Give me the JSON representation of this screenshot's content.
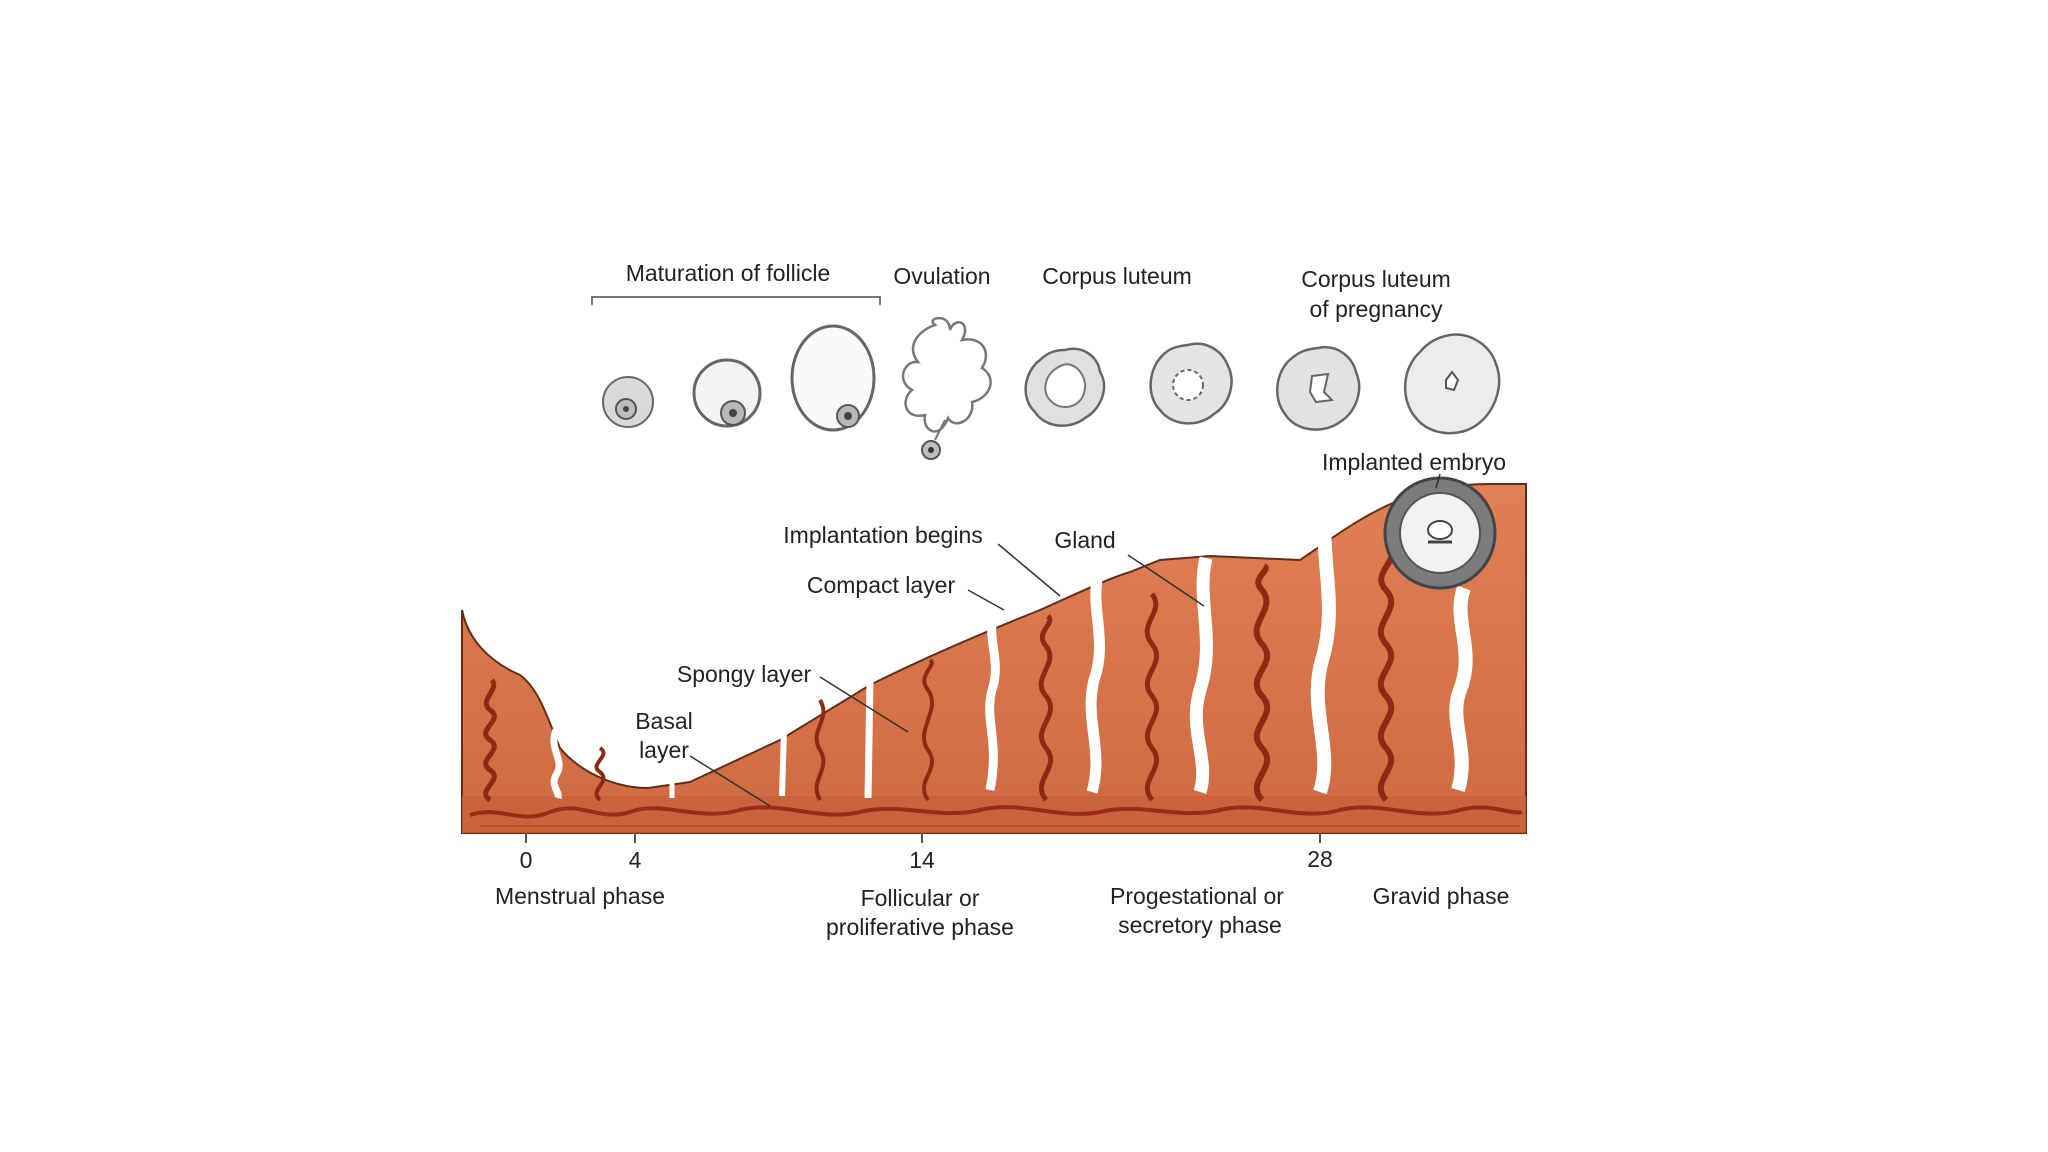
{
  "ovary_labels": {
    "maturation": "Maturation of follicle",
    "ovulation": "Ovulation",
    "corpus_luteum": "Corpus luteum",
    "corpus_luteum_pregnancy_1": "Corpus luteum",
    "corpus_luteum_pregnancy_2": "of pregnancy"
  },
  "endometrium_labels": {
    "implanted_embryo": "Implanted embryo",
    "implantation_begins": "Implantation begins",
    "gland": "Gland",
    "compact_layer": "Compact layer",
    "spongy_layer": "Spongy layer",
    "basal_layer_1": "Basal",
    "basal_layer_2": "layer"
  },
  "day_ticks": [
    "0",
    "4",
    "14",
    "28"
  ],
  "phases": {
    "menstrual": "Menstrual phase",
    "follicular_1": "Follicular or",
    "follicular_2": "proliferative phase",
    "progestational_1": "Progestational or",
    "progestational_2": "secretory phase",
    "gravid": "Gravid phase"
  },
  "colors": {
    "tissue": "#d8754a",
    "tissue_dark": "#a3391e",
    "vessel": "#9c2c18",
    "outline": "#555555"
  }
}
